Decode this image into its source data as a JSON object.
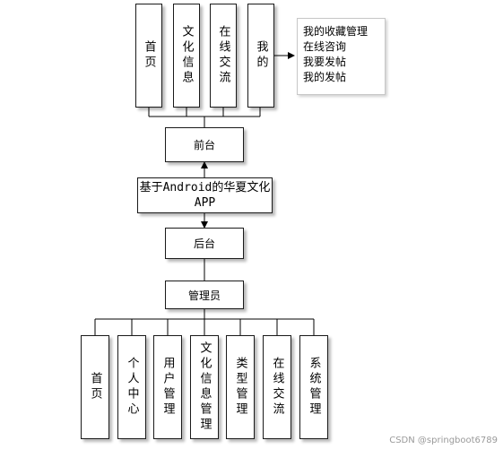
{
  "top_modules": [
    "首页",
    "文化信息",
    "在线交流",
    "我的"
  ],
  "my_features": [
    "我的收藏管理",
    "在线咨询",
    "我要发帖",
    "我的发帖"
  ],
  "frontend": "前台",
  "system_title": "基于Android的华夏文化APP",
  "backend": "后台",
  "admin": "管理员",
  "bottom_modules": [
    "首页",
    "个人中心",
    "用户管理",
    "文化信息管理",
    "类型管理",
    "在线交流",
    "系统管理"
  ],
  "watermark": "CSDN @springboot6789"
}
